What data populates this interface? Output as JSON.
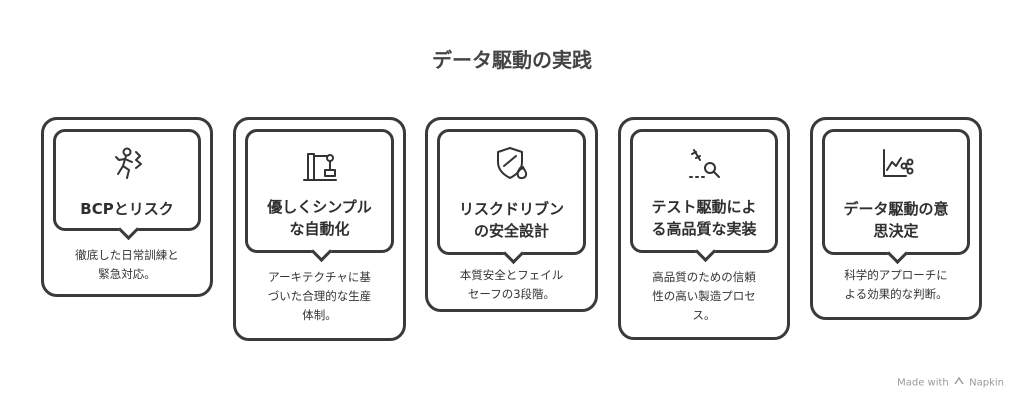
{
  "title": "データ駆動の実践",
  "cards": [
    {
      "icon": "person-running-icon",
      "heading": "BCPとリスク",
      "desc": "徹底した日常訓練と\n緊急対応。"
    },
    {
      "icon": "robot-arm-icon",
      "heading": "優しくシンプル\nな自動化",
      "desc": "アーキテクチャに基\nづいた合理的な生産\n体制。"
    },
    {
      "icon": "shield-fire-icon",
      "heading": "リスクドリブン\nの安全設計",
      "desc": "本質安全とフェイル\nセーフの3段階。"
    },
    {
      "icon": "bug-search-icon",
      "heading": "テスト駆動によ\nる高品質な実装",
      "desc": "高品質のための信頼\n性の高い製造プロセ\nス。"
    },
    {
      "icon": "chart-share-icon",
      "heading": "データ駆動の意\n思決定",
      "desc": "科学的アプローチに\nよる効果的な判断。"
    }
  ],
  "footer": {
    "made_with": "Made with",
    "brand": "Napkin"
  }
}
